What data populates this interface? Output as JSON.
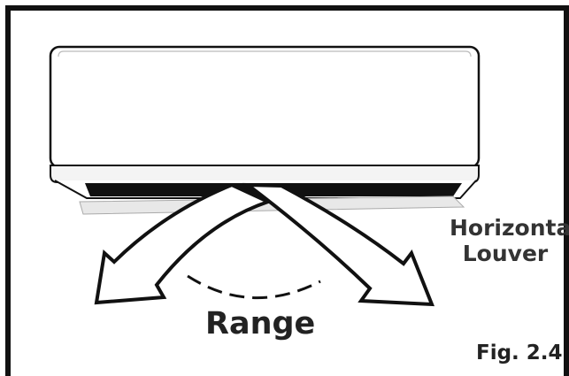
{
  "figure": {
    "louver_label_line1": "Horizontal",
    "louver_label_line2": "Louver",
    "range_label": "Range",
    "fig_label": "Fig. 2.4"
  },
  "colors": {
    "outline": "#111111",
    "unit_fill": "#ffffff",
    "louver_fill": "#e8e8e8",
    "text": "#333333"
  },
  "icons": {
    "unit": "air-conditioner-icon",
    "arrows": "airflow-arrow-icon"
  }
}
